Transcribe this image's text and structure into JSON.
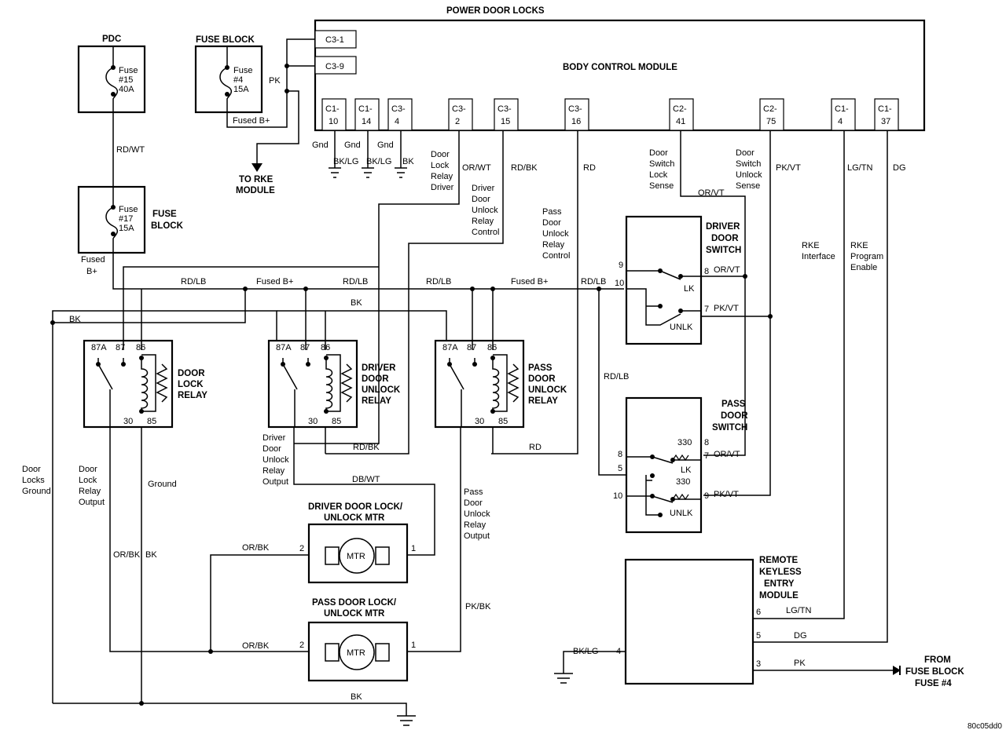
{
  "title": "POWER DOOR LOCKS",
  "figure_id": "80c05dd0",
  "bcm": {
    "label": "BODY CONTROL MODULE",
    "c3_1": "C3-1",
    "c3_9": "C3-9",
    "pins": [
      {
        "top": "C1-",
        "bottom": "10"
      },
      {
        "top": "C1-",
        "bottom": "14"
      },
      {
        "top": "C3-",
        "bottom": "4"
      },
      {
        "top": "C3-",
        "bottom": "2"
      },
      {
        "top": "C3-",
        "bottom": "15"
      },
      {
        "top": "C3-",
        "bottom": "16"
      },
      {
        "top": "C2-",
        "bottom": "41"
      },
      {
        "top": "C2-",
        "bottom": "75"
      },
      {
        "top": "C1-",
        "bottom": "4"
      },
      {
        "top": "C1-",
        "bottom": "37"
      }
    ],
    "gnd": "Gnd"
  },
  "pdc": {
    "label": "PDC",
    "fuse": [
      "Fuse",
      "#15",
      "40A"
    ]
  },
  "fuse_block_top": {
    "label": "FUSE BLOCK",
    "fuse": [
      "Fuse",
      "#4",
      "15A"
    ]
  },
  "fuse_block_mid": {
    "label": [
      "FUSE",
      "BLOCK"
    ],
    "fuse": [
      "Fuse",
      "#17",
      "15A"
    ]
  },
  "rke_arrow": [
    "TO RKE",
    "MODULE"
  ],
  "wires": {
    "pk": "PK",
    "fused_b": "Fused B+",
    "rd_wt": "RD/WT",
    "fused_b_split": [
      "Fused",
      "B+"
    ],
    "rd_lb": "RD/LB",
    "bk": "BK",
    "bk_lg": "BK/LG",
    "or_wt": "OR/WT",
    "rd_bk": "RD/BK",
    "rd": "RD",
    "or_vt": "OR/VT",
    "pk_vt": "PK/VT",
    "lg_tn": "LG/TN",
    "dg": "DG",
    "db_wt": "DB/WT",
    "or_bk": "OR/BK",
    "pk_bk": "PK/BK"
  },
  "notes": {
    "door_lock_relay_driver": [
      "Door",
      "Lock",
      "Relay",
      "Driver"
    ],
    "driver_door_unlock_relay_control": [
      "Driver",
      "Door",
      "Unlock",
      "Relay",
      "Control"
    ],
    "pass_door_unlock_relay_control": [
      "Pass",
      "Door",
      "Unlock",
      "Relay",
      "Control"
    ],
    "door_switch_lock_sense": [
      "Door",
      "Switch",
      "Lock",
      "Sense"
    ],
    "door_switch_unlock_sense": [
      "Door",
      "Switch",
      "Unlock",
      "Sense"
    ],
    "rke_interface": [
      "RKE",
      "Interface"
    ],
    "rke_program_enable": [
      "RKE",
      "Program",
      "Enable"
    ],
    "door_locks_ground": [
      "Door",
      "Locks",
      "Ground"
    ],
    "door_lock_relay_output": [
      "Door",
      "Lock",
      "Relay",
      "Output"
    ],
    "ground": "Ground",
    "driver_door_unlock_relay_output": [
      "Driver",
      "Door",
      "Unlock",
      "Relay",
      "Output"
    ],
    "pass_door_unlock_relay_output": [
      "Pass",
      "Door",
      "Unlock",
      "Relay",
      "Output"
    ]
  },
  "relays": [
    {
      "label": [
        "DOOR",
        "LOCK",
        "RELAY"
      ],
      "pins": [
        "87A",
        "87",
        "86",
        "30",
        "85"
      ]
    },
    {
      "label": [
        "DRIVER",
        "DOOR",
        "UNLOCK",
        "RELAY"
      ],
      "pins": [
        "87A",
        "87",
        "86",
        "30",
        "85"
      ]
    },
    {
      "label": [
        "PASS",
        "DOOR",
        "UNLOCK",
        "RELAY"
      ],
      "pins": [
        "87A",
        "87",
        "86",
        "30",
        "85"
      ]
    }
  ],
  "driver_switch": {
    "label": [
      "DRIVER",
      "DOOR",
      "SWITCH"
    ],
    "pins": [
      "9",
      "10",
      "8",
      "7"
    ],
    "lk": "LK",
    "unlk": "UNLK"
  },
  "pass_switch": {
    "label": [
      "PASS",
      "DOOR",
      "SWITCH"
    ],
    "pins": [
      "8",
      "5",
      "10",
      "8",
      "7",
      "9"
    ],
    "lk": "LK",
    "unlk": "UNLK",
    "res": "330"
  },
  "driver_motor": {
    "label": [
      "DRIVER DOOR LOCK/",
      "UNLOCK MTR"
    ],
    "mtr": "MTR",
    "pin_left": "2",
    "pin_right": "1"
  },
  "pass_motor": {
    "label": [
      "PASS DOOR LOCK/",
      "UNLOCK MTR"
    ],
    "mtr": "MTR",
    "pin_left": "2",
    "pin_right": "1"
  },
  "rke_module": {
    "label": [
      "REMOTE",
      "KEYLESS",
      "ENTRY",
      "MODULE"
    ],
    "pins": [
      "6",
      "5",
      "3",
      "4"
    ]
  },
  "from_fuse": [
    "FROM",
    "FUSE BLOCK",
    "FUSE #4"
  ]
}
